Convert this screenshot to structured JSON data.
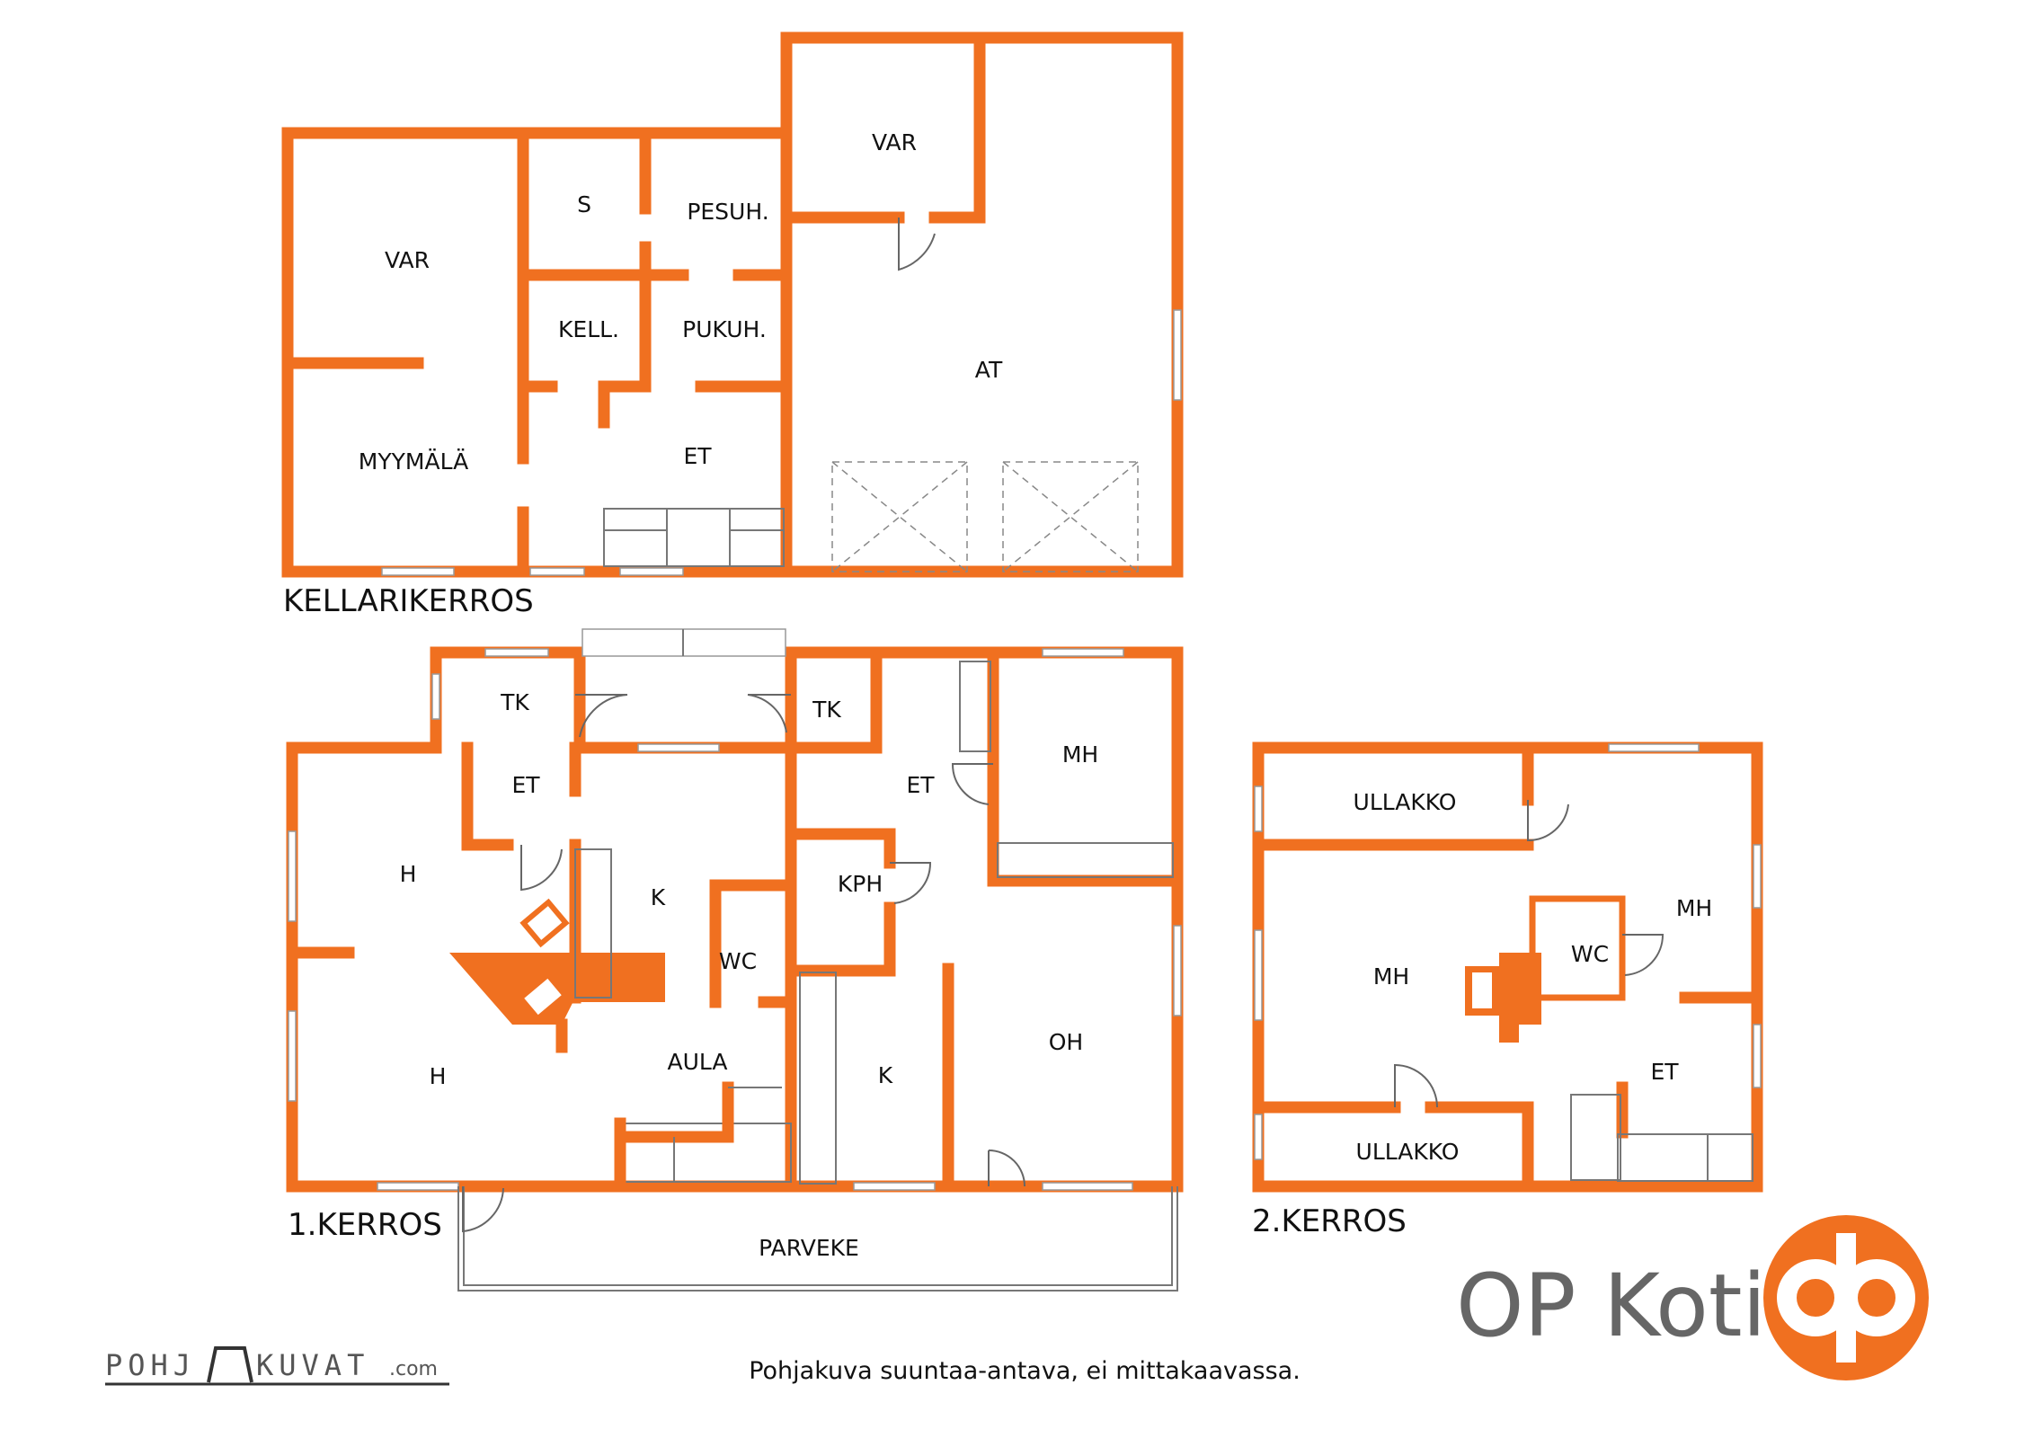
{
  "floors": {
    "basement": "KELLARIKERROS",
    "first": "1.KERROS",
    "second": "2.KERROS"
  },
  "rooms": {
    "basement": [
      "VAR",
      "S",
      "PESUH.",
      "VAR",
      "KELL.",
      "PUKUH.",
      "AT",
      "MYYMÄLÄ",
      "ET"
    ],
    "first": [
      "TK",
      "TK",
      "ET",
      "ET",
      "MH",
      "H",
      "K",
      "KPH",
      "WC",
      "H",
      "AULA",
      "K",
      "OH",
      "PARVEKE"
    ],
    "second": [
      "ULLAKKO",
      "MH",
      "MH",
      "WC",
      "ET",
      "ULLAKKO"
    ]
  },
  "brand": {
    "name": "OP Koti",
    "color": "#f07020",
    "logo_icon": "op-logo-icon"
  },
  "footer": {
    "disclaimer": "Pohjakuva suuntaa-antava, ei mittakaavassa.",
    "maker_left": "POHJ",
    "maker_right": "KUVAT",
    "maker_domain": ".com"
  }
}
